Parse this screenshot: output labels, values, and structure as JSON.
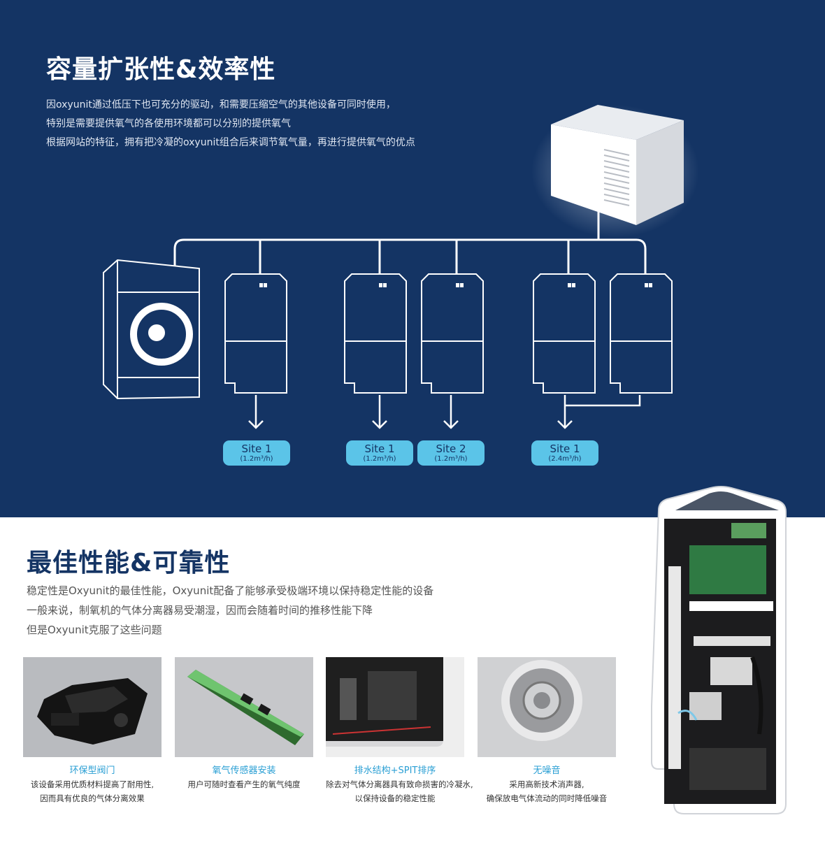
{
  "section1": {
    "title": "容量扩张性&效率性",
    "paragraph": [
      "因oxyunit通过低压下也可充分的驱动，和需要压缩空气的其他设备可同时使用，",
      "特别是需要提供氧气的各使用环境都可以分别的提供氧气",
      "根据网站的特征，拥有把冷凝的oxyunit组合后来调节氧气量，再进行提供氧气的优点"
    ],
    "sites": [
      {
        "name": "Site 1",
        "rate": "(1.2m³/h)"
      },
      {
        "name": "Site 1",
        "rate": "(1.2m³/h)"
      },
      {
        "name": "Site 2",
        "rate": "(1.2m³/h)"
      },
      {
        "name": "Site 1",
        "rate": "(2.4m³/h)"
      }
    ]
  },
  "section2": {
    "title": "最佳性能&可靠性",
    "paragraph": [
      "稳定性是Oxyunit的最佳性能，Oxyunit配备了能够承受极端环境以保持稳定性能的设备",
      "一般来说，制氧机的气体分离器易受潮湿，因而会随着时间的推移性能下降",
      "但是Oxyunit克服了这些问题"
    ],
    "features": [
      {
        "caption": "环保型阀门",
        "desc": [
          "该设备采用优质材料提高了耐用性,",
          "因而具有优良的气体分离效果"
        ]
      },
      {
        "caption": "氧气传感器安装",
        "desc": [
          "用户可随时查看产生的氧气纯度",
          ""
        ]
      },
      {
        "caption": "排水结构+SPIT排序",
        "desc": [
          "除去对气体分离器具有致命损害的冷凝水,",
          "以保持设备的稳定性能"
        ]
      },
      {
        "caption": "无噪音",
        "desc": [
          "采用高新技术消声器,",
          "确保放电气体流动的同时降低噪音"
        ]
      }
    ]
  },
  "colors": {
    "navy": "#143464",
    "accent": "#5bc4e8",
    "caption": "#2a9fd4"
  }
}
